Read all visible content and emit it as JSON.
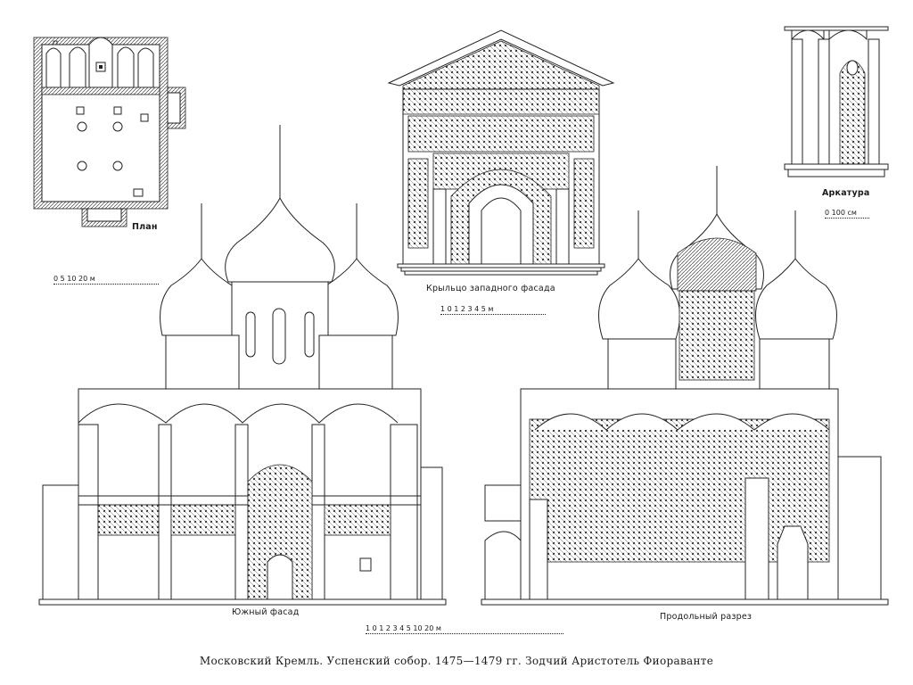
{
  "labels": {
    "plan": "План",
    "arcature": "Аркатура",
    "porch": "Крыльцо западного фасада",
    "south_facade": "Южный фасад",
    "section": "Продольный разрез"
  },
  "scales": {
    "plan": "0 5 10 20 м",
    "arcature": "0 100 см",
    "porch": "1 0 1 2 3 4 5 м",
    "main": "1 0 1 2 3 4 5 10 20 м"
  },
  "caption": "Московский Кремль. Успенский собор. 1475—1479 гг. Зодчий Аристотель Фиораванте"
}
